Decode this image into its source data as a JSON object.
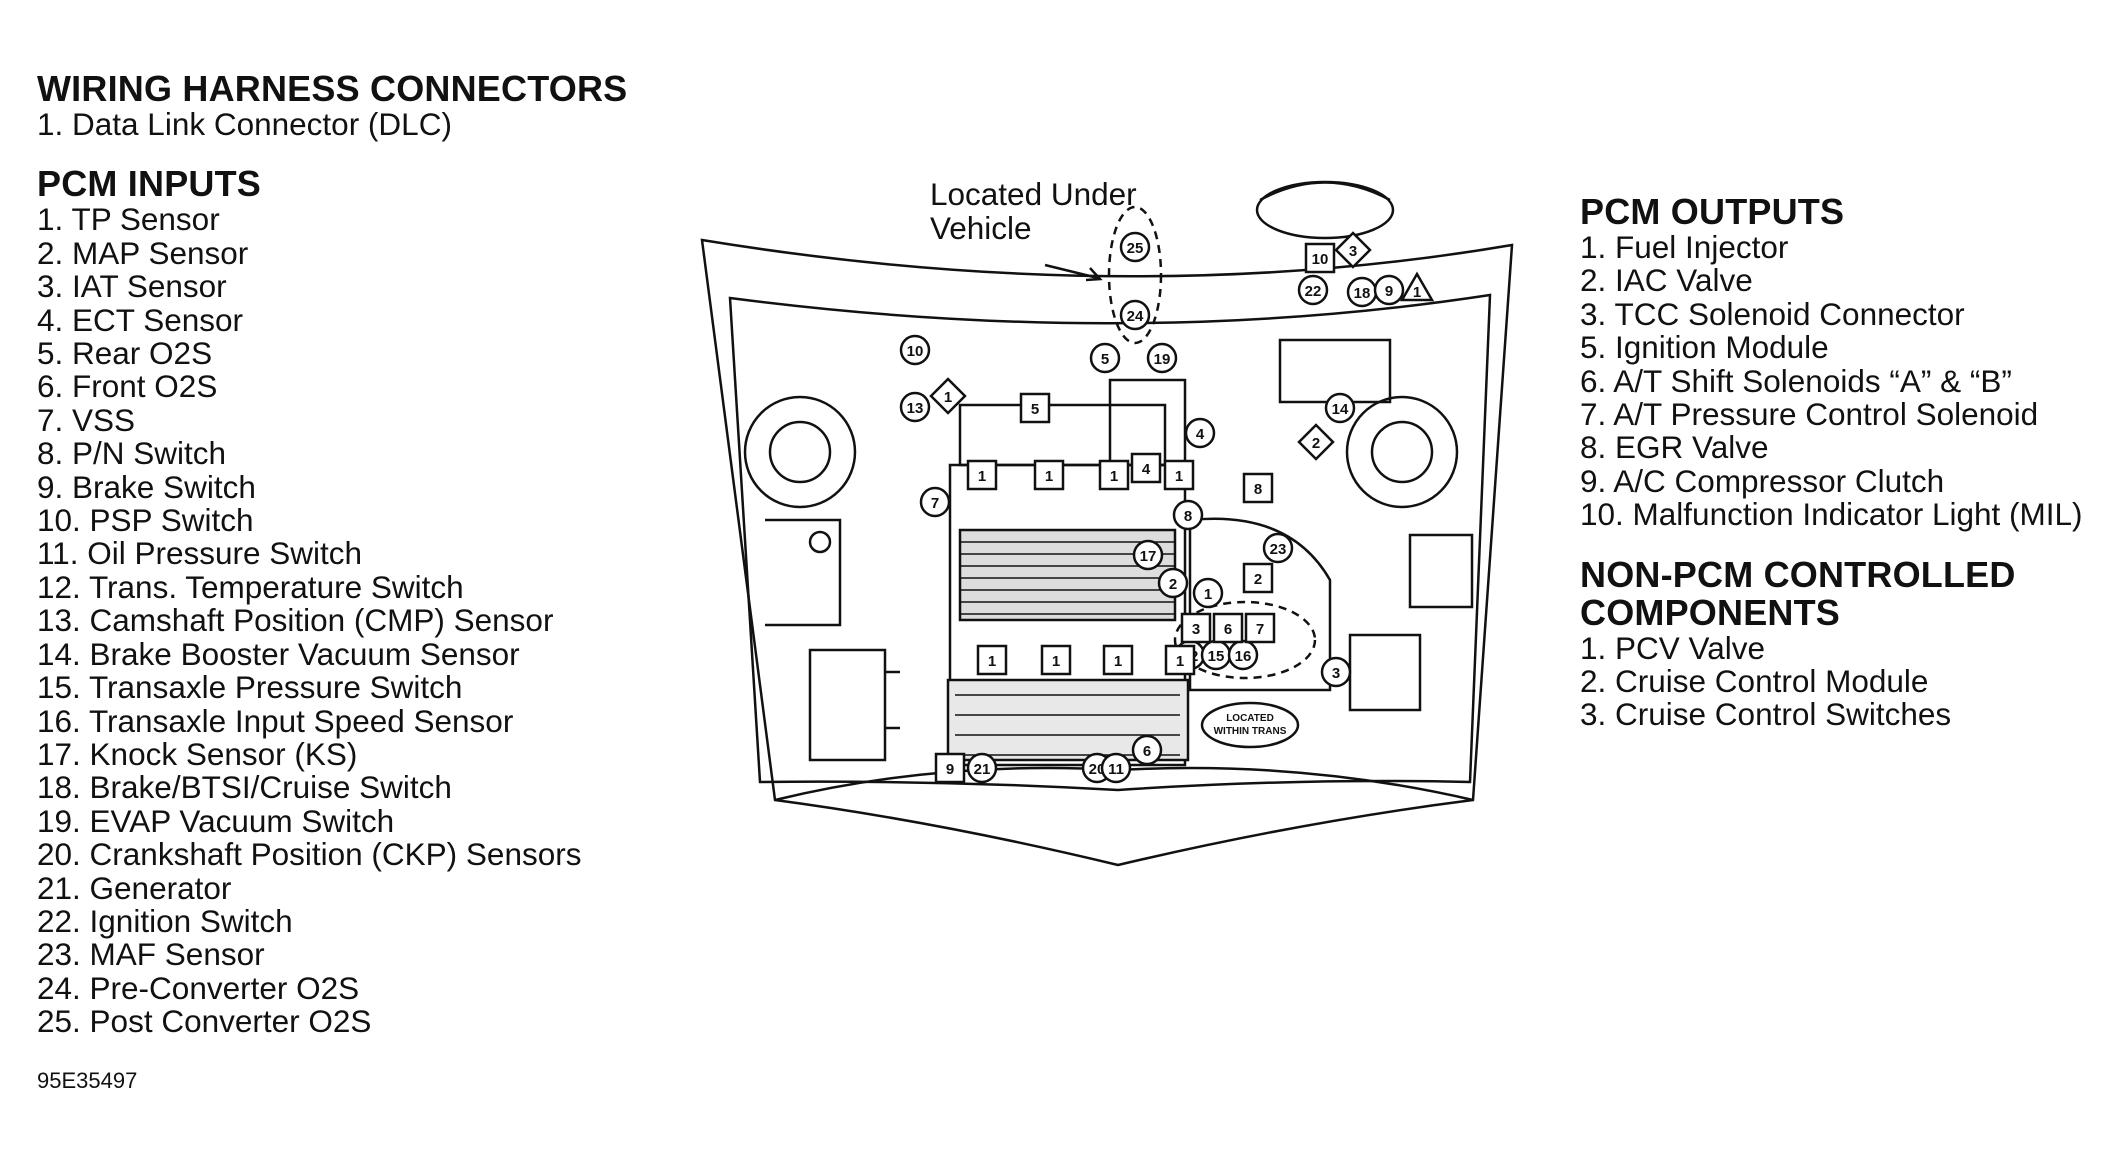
{
  "wiring": {
    "title": "WIRING HARNESS CONNECTORS",
    "items": [
      "1. Data Link Connector (DLC)"
    ]
  },
  "inputs": {
    "title": "PCM INPUTS",
    "items": [
      " 1. TP Sensor",
      " 2. MAP Sensor",
      " 3. IAT Sensor",
      " 4. ECT Sensor",
      " 5. Rear O2S",
      " 6. Front O2S",
      " 7. VSS",
      " 8. P/N Switch",
      " 9. Brake Switch",
      "10. PSP Switch",
      "11. Oil Pressure Switch",
      "12. Trans. Temperature Switch",
      "13. Camshaft Position (CMP) Sensor",
      "14. Brake Booster Vacuum Sensor",
      "15. Transaxle Pressure Switch",
      "16. Transaxle Input Speed Sensor",
      "17. Knock Sensor (KS)",
      "18. Brake/BTSI/Cruise Switch",
      "19. EVAP Vacuum Switch",
      "20. Crankshaft Position (CKP) Sensors",
      "21. Generator",
      "22. Ignition Switch",
      "23. MAF Sensor",
      "24. Pre-Converter O2S",
      "25. Post Converter O2S"
    ]
  },
  "outputs": {
    "title": "PCM OUTPUTS",
    "items": [
      " 1. Fuel Injector",
      " 2. IAC Valve",
      " 3. TCC Solenoid Connector",
      " 5. Ignition Module",
      " 6. A/T Shift Solenoids “A” & “B”",
      " 7. A/T Pressure Control Solenoid",
      " 8. EGR Valve",
      " 9. A/C Compressor Clutch",
      "10. Malfunction Indicator Light (MIL)"
    ]
  },
  "nonpcm": {
    "title_line1": "NON-PCM CONTROLLED",
    "title_line2": "COMPONENTS",
    "items": [
      "1. PCV Valve",
      "2. Cruise Control Module",
      "3. Cruise Control Switches"
    ]
  },
  "diagram": {
    "under_vehicle_line1": "Located Under",
    "under_vehicle_line2": "Vehicle",
    "within_trans_line1": "LOCATED",
    "within_trans_line2": "WITHIN TRANS",
    "circle_labels": [
      "25",
      "24",
      "10",
      "13",
      "5",
      "19",
      "4",
      "7",
      "17",
      "2",
      "1",
      "8",
      "23",
      "12",
      "15",
      "16",
      "3",
      "21",
      "20",
      "11",
      "6",
      "22",
      "18",
      "9",
      "14"
    ],
    "square_labels": [
      "1",
      "1",
      "1",
      "4",
      "1",
      "1",
      "1",
      "1",
      "1",
      "3",
      "6",
      "7",
      "2",
      "8",
      "9",
      "5",
      "10"
    ],
    "diamond_labels": [
      "1",
      "3",
      "2"
    ],
    "triangle_label": "1"
  },
  "figure_code": "95E35497"
}
